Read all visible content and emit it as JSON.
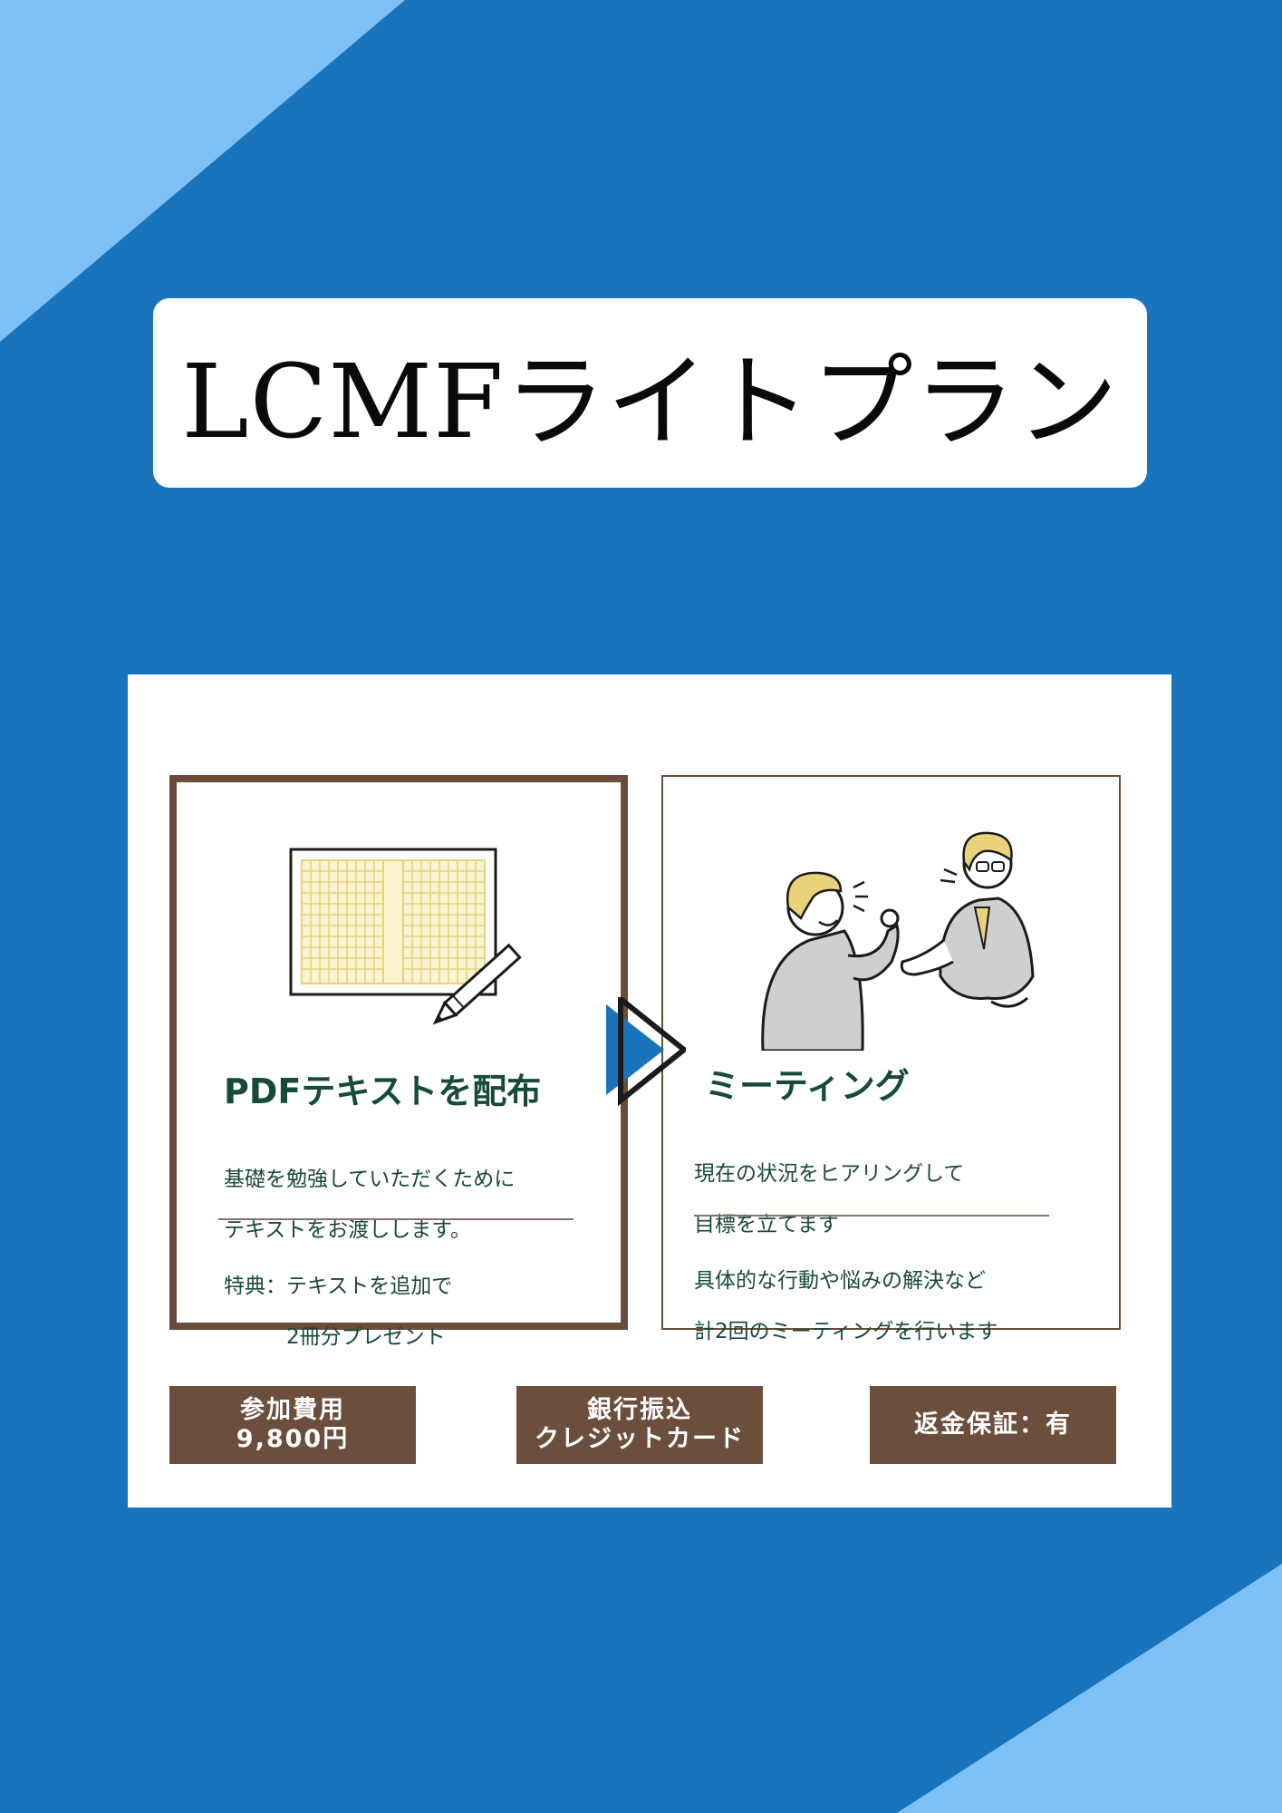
{
  "title": "LCMFライトプラン",
  "colors": {
    "background": "#1a74bb",
    "corner_accent": "#7dc0f5",
    "card_border": "#6a4c3c",
    "heading_text": "#184a3a",
    "badge_bg": "#6c4e3d"
  },
  "cards": {
    "pdf": {
      "icon": "manuscript-paper-pencil-icon",
      "title": "PDFテキストを配布",
      "description_lines": [
        "基礎を勉強していただくために",
        "テキストをお渡しします。"
      ],
      "bonus_lines": [
        "特典：テキストを追加で",
        "　　　2冊分プレゼント"
      ]
    },
    "meeting": {
      "icon": "two-businessmen-meeting-icon",
      "title": "ミーティング",
      "description_lines": [
        "現在の状況をヒアリングして",
        "目標を立てます"
      ],
      "detail_lines": [
        "具体的な行動や悩みの解決など",
        "計2回のミーティングを行います"
      ]
    }
  },
  "badges": {
    "fee": {
      "line1": "参加費用",
      "line2": "9,800円"
    },
    "payment": {
      "line1": "銀行振込",
      "line2": "クレジットカード"
    },
    "refund": {
      "line1": "返金保証：有"
    }
  }
}
